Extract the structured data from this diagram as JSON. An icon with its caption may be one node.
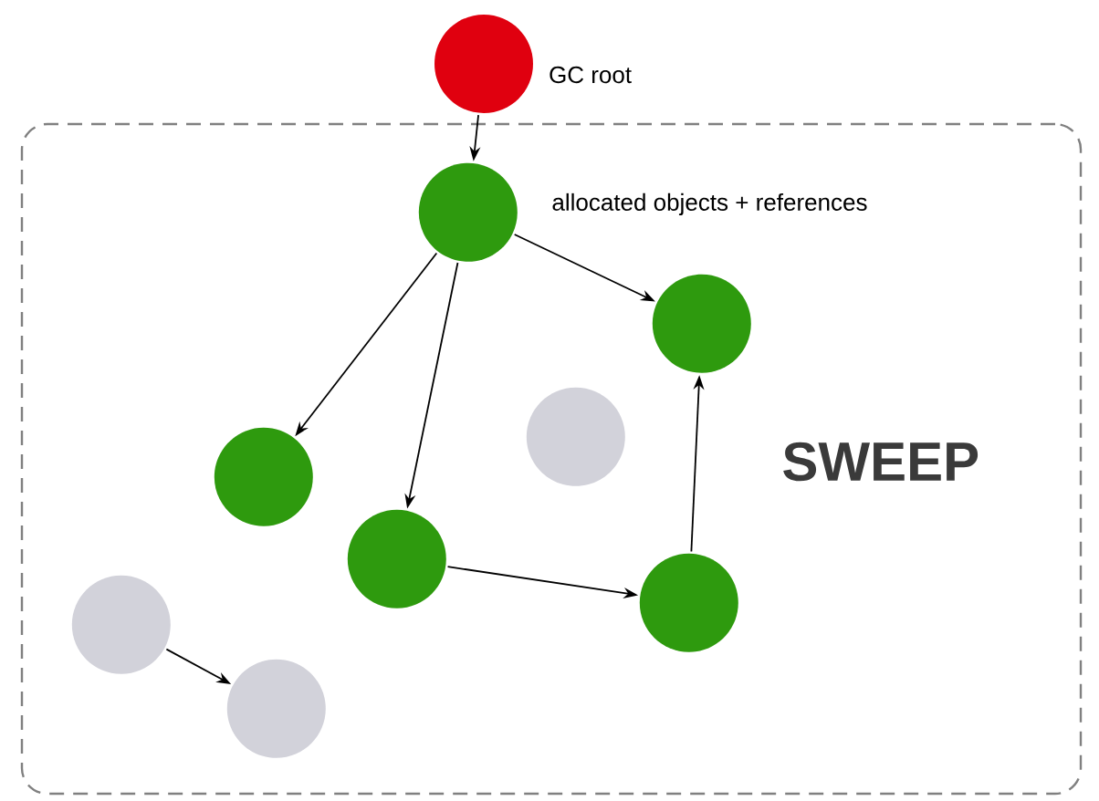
{
  "diagram": {
    "nodes": [
      {
        "text": [],
        "shape": "box"
      },
      {
        "text": [],
        "shape": "circle",
        "beside": [
          "GC root"
        ]
      },
      {
        "text": [],
        "shape": "circle",
        "in": 0
      },
      {
        "text": [],
        "shape": "circle",
        "in": 0
      },
      {
        "text": [],
        "shape": "circle",
        "in": 0
      },
      {
        "text": [],
        "shape": "circle",
        "in": 0
      },
      {
        "text": [],
        "shape": "circle",
        "in": 0
      },
      {
        "text": [],
        "shape": "circle",
        "in": 0
      },
      {
        "text": [],
        "shape": "circle",
        "in": 0
      },
      {
        "text": [],
        "shape": "circle",
        "in": 0
      }
    ],
    "edges": [
      {
        "from": 1,
        "to": 2,
        "arrow": "to"
      },
      {
        "from": 2,
        "to": 3,
        "arrow": "to"
      },
      {
        "from": 2,
        "to": 4,
        "arrow": "to"
      },
      {
        "from": 2,
        "to": 6,
        "arrow": "to"
      },
      {
        "from": 6,
        "to": 7,
        "arrow": "to"
      },
      {
        "from": 7,
        "to": 3,
        "arrow": "to"
      },
      {
        "from": 8,
        "to": 9,
        "arrow": "to"
      }
    ],
    "labels": [
      "allocated objects + references",
      "SWEEP"
    ]
  }
}
